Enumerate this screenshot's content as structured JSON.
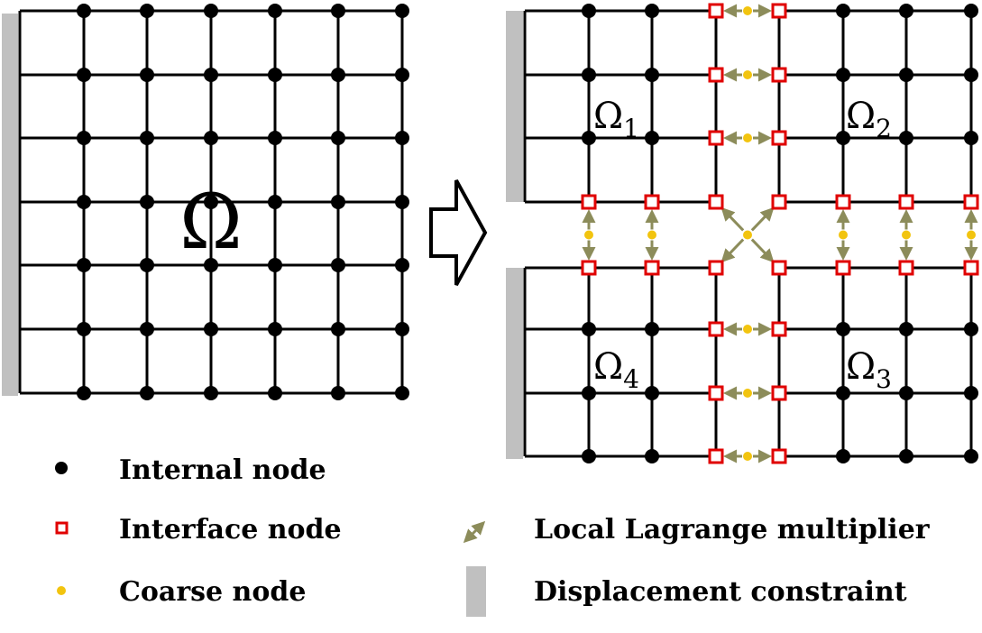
{
  "domain_label": {
    "omega": "Ω"
  },
  "subdomains": {
    "omega1": {
      "base": "Ω",
      "sub": "1"
    },
    "omega2": {
      "base": "Ω",
      "sub": "2"
    },
    "omega3": {
      "base": "Ω",
      "sub": "3"
    },
    "omega4": {
      "base": "Ω",
      "sub": "4"
    }
  },
  "legend": {
    "internal_node": "Internal node",
    "interface_node": "Interface node",
    "coarse_node": "Coarse node",
    "local_lagrange_multiplier": "Local Lagrange multiplier",
    "displacement_constraint": "Displacement constraint"
  },
  "colors": {
    "line": "#000000",
    "internal_node": "#000000",
    "interface_node": "#e00000",
    "coarse_node": "#f2c40f",
    "multiplier_arrow": "#8c8c5a",
    "constraint": "#c0c0c0"
  }
}
